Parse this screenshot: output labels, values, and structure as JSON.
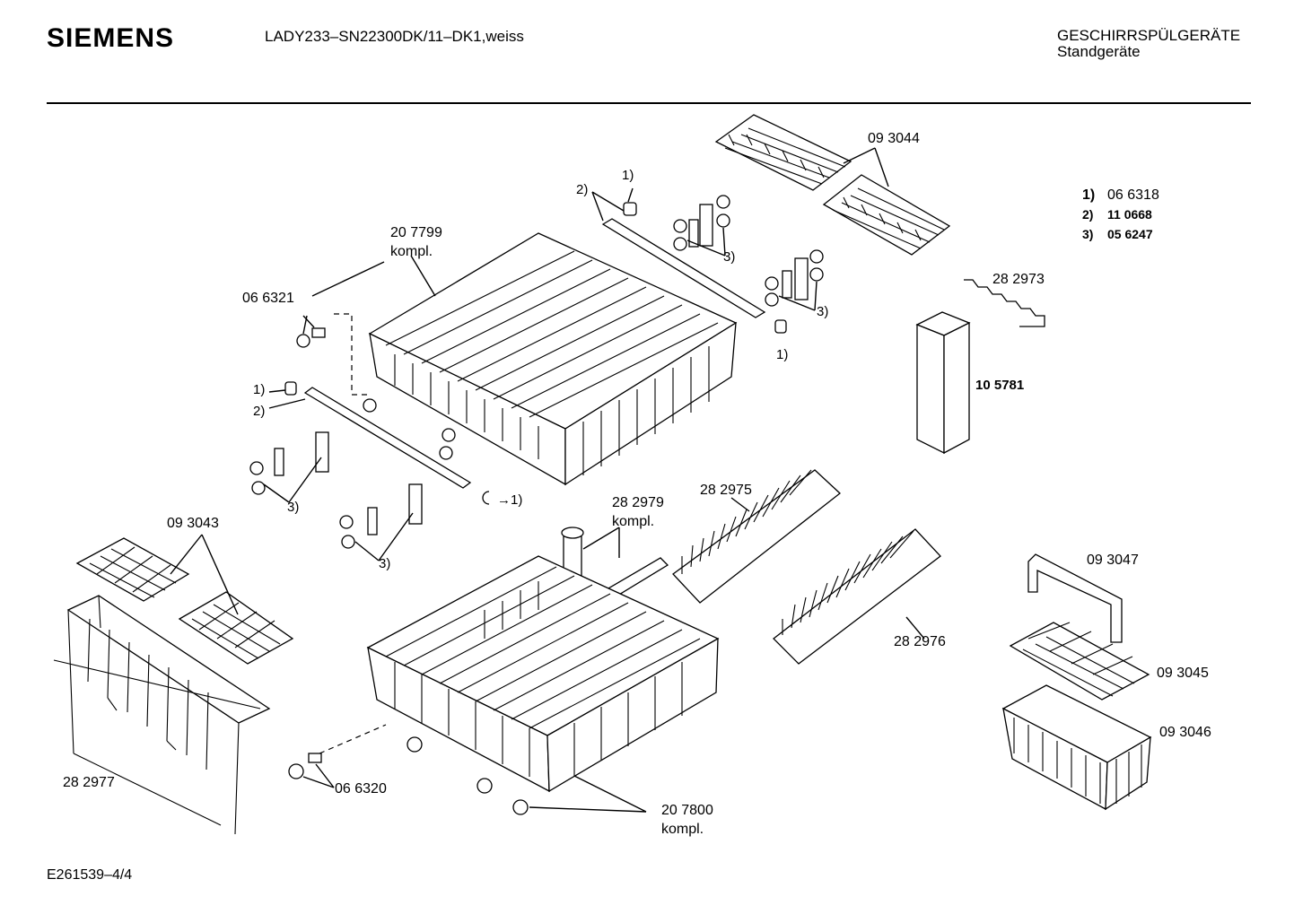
{
  "header": {
    "brand": "SIEMENS",
    "model": "LADY233–SN22300DK/11–DK1,weiss",
    "category": "GESCHIRRSPÜLGERÄTE",
    "subcategory": "Standgeräte"
  },
  "legend": [
    {
      "key": "1)",
      "value": "06 6318"
    },
    {
      "key": "2)",
      "value": "11 0668"
    },
    {
      "key": "3)",
      "value": "05 6247"
    }
  ],
  "labels": {
    "p093044": "09 3044",
    "p207799": "20 7799",
    "kompl_upper": "kompl.",
    "p066321": "06 6321",
    "p282973": "28 2973",
    "p105781": "10 5781",
    "p282979": "28 2979",
    "kompl_arm": "kompl.",
    "p282975": "28 2975",
    "p093043": "09 3043",
    "p093047": "09 3047",
    "p282976": "28 2976",
    "p093045": "09 3045",
    "p093046": "09 3046",
    "p282977": "28 2977",
    "p066320": "06 6320",
    "p207800": "20 7800",
    "kompl_lower": "kompl.",
    "r1a": "1)",
    "r2a": "2)",
    "r3a": "3)",
    "r3b": "3)",
    "r1b": "1)",
    "r1c": "1)",
    "r2b": "2)",
    "r3c": "3)",
    "r3d": "3)",
    "r1d": "→1)"
  },
  "footer": {
    "drawing_number": "E261539–4/4"
  }
}
